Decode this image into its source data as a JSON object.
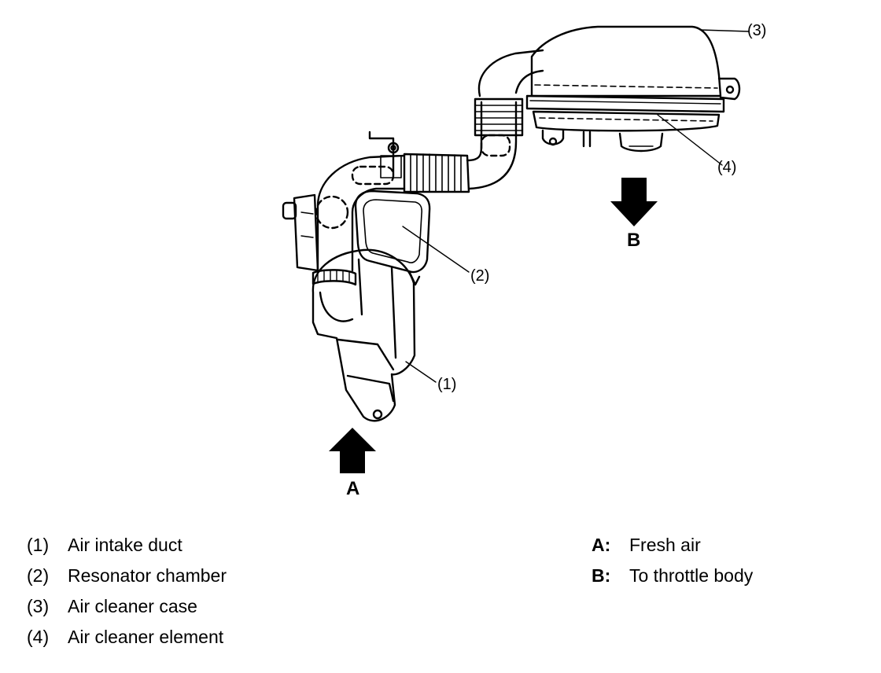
{
  "callouts": {
    "c1": "(1)",
    "c2": "(2)",
    "c3": "(3)",
    "c4": "(4)"
  },
  "arrows": {
    "a": "A",
    "b": "B"
  },
  "legend": {
    "items": [
      {
        "num": "(1)",
        "name": "Air intake duct"
      },
      {
        "num": "(2)",
        "name": "Resonator chamber"
      },
      {
        "num": "(3)",
        "name": "Air cleaner case"
      },
      {
        "num": "(4)",
        "name": "Air cleaner element"
      }
    ],
    "keys": [
      {
        "letter": "A:",
        "desc": "Fresh air"
      },
      {
        "letter": "B:",
        "desc": "To throttle body"
      }
    ]
  }
}
